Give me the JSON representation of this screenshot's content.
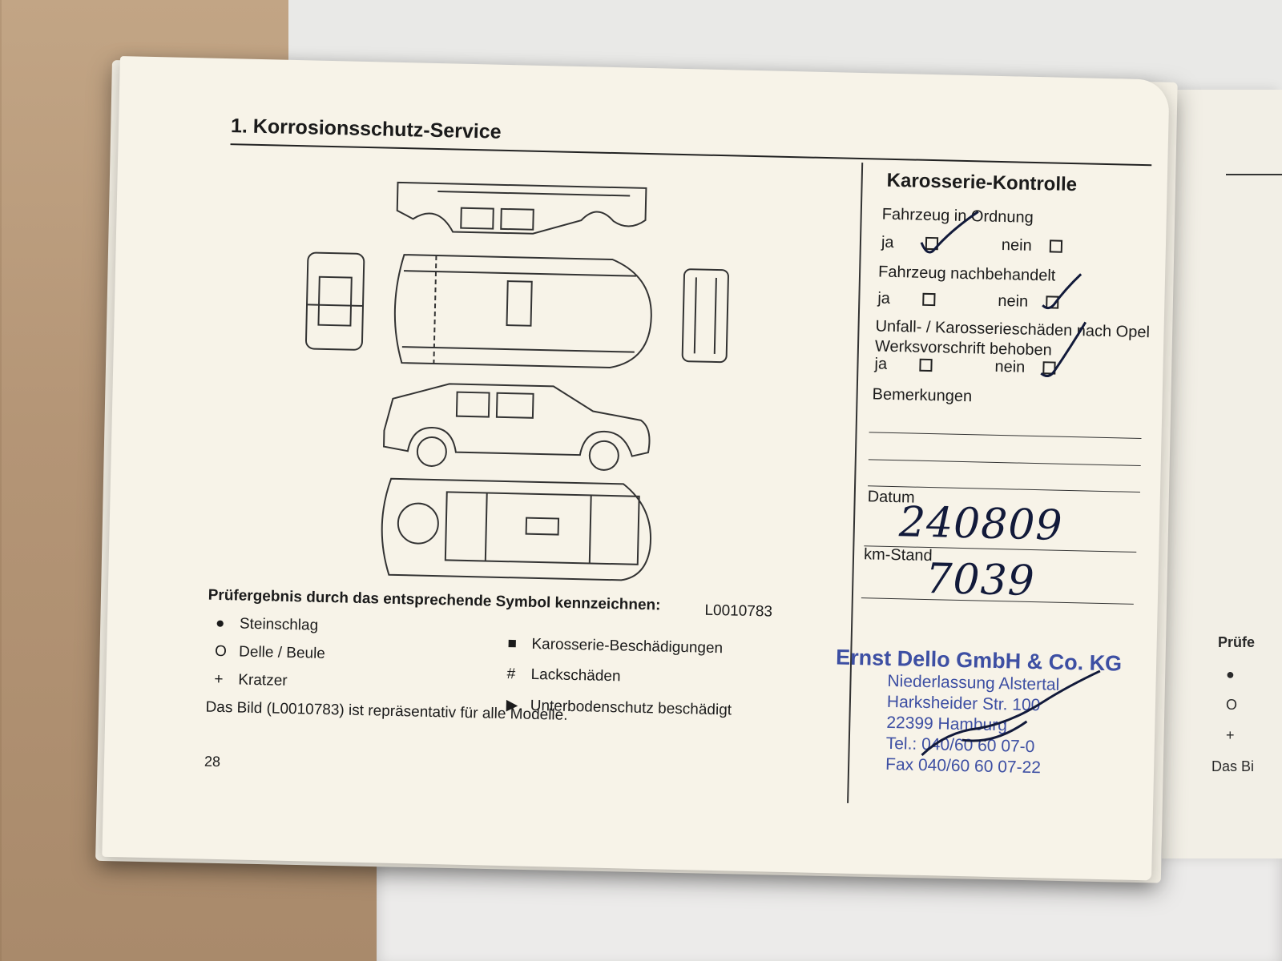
{
  "page": {
    "title": "1. Korrosionsschutz-Service",
    "figure_id": "L0010783",
    "instructions": "Prüfergebnis durch das entsprechende Symbol kennzeichnen:",
    "legend": [
      {
        "symbol": "●",
        "label": "Steinschlag"
      },
      {
        "symbol": "O",
        "label": "Delle / Beule"
      },
      {
        "symbol": "+",
        "label": "Kratzer"
      },
      {
        "symbol": "■",
        "label": "Karosserie-Beschädigungen"
      },
      {
        "symbol": "#",
        "label": "Lackschäden"
      },
      {
        "symbol": "▶",
        "label": "Unterbodenschutz beschädigt"
      }
    ],
    "footnote": "Das Bild (L0010783) ist repräsentativ für alle Modelle.",
    "page_number": "28"
  },
  "form": {
    "title": "Karosserie-Kontrolle",
    "q1": "Fahrzeug in Ordnung",
    "q2": "Fahrzeug nachbehandelt",
    "q3_line1": "Unfall- / Karosserieschäden nach Opel",
    "q3_line2": "Werksvorschrift behoben",
    "yes": "ja",
    "no": "nein",
    "remarks": "Bemerkungen",
    "date_label": "Datum",
    "date_value": "240809",
    "km_label": "km-Stand",
    "km_value": "7039"
  },
  "stamp": {
    "company": "Ernst Dello GmbH & Co. KG",
    "branch": "Niederlassung Alstertal",
    "street": "Harksheider Str. 100",
    "city": "22399 Hamburg",
    "phone": "Tel.: 040/60 60 07-0",
    "fax": "Fax 040/60 60 07-22"
  },
  "right_page": {
    "label1": "Prüfe",
    "label2": "Das Bi"
  },
  "colors": {
    "stamp": "#3d4fa3",
    "ink": "#121a3a",
    "paper": "#f7f3e8"
  }
}
